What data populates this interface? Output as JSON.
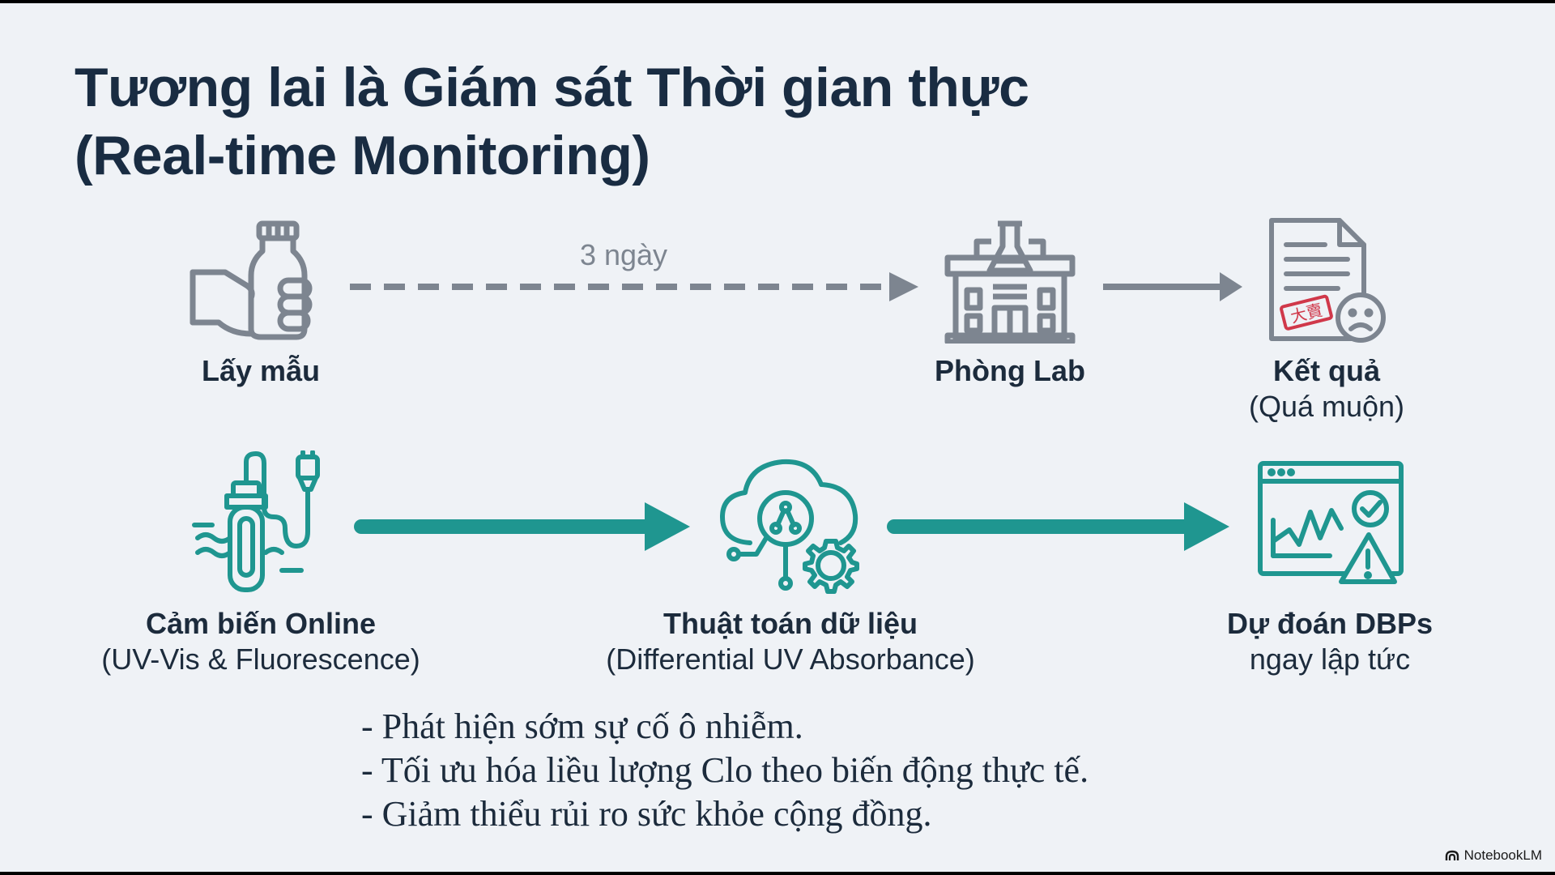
{
  "title": {
    "line1": "Tương lai là Giám sát Thời gian thực",
    "line2": "(Real-time Monitoring)"
  },
  "traditional_flow": {
    "nodes": [
      {
        "main": "Lấy mẫu",
        "sub": "",
        "icon": "hand-holding-bottle-icon"
      },
      {
        "main": "Phòng Lab",
        "sub": "",
        "icon": "laboratory-building-icon"
      },
      {
        "main": "Kết quả",
        "sub": "(Quá muộn)",
        "icon": "report-sad-face-icon"
      }
    ],
    "delay_label": "3 ngày",
    "color": "#7d8590"
  },
  "realtime_flow": {
    "nodes": [
      {
        "main": "Cảm biến Online",
        "sub": "(UV-Vis & Fluorescence)",
        "icon": "online-sensor-probe-icon"
      },
      {
        "main": "Thuật toán dữ liệu",
        "sub": "(Differential UV Absorbance)",
        "icon": "cloud-algorithm-gear-icon"
      },
      {
        "main": "Dự đoán DBPs",
        "sub": "ngay lập tức",
        "icon": "monitor-chart-alert-icon"
      }
    ],
    "color": "#1f9690"
  },
  "stamp_text": "大賣",
  "bullets": [
    "- Phát hiện sớm sự cố ô nhiễm.",
    "- Tối ưu hóa liều lượng Clo theo biến động thực tế.",
    "- Giảm thiểu rủi ro sức khỏe cộng đồng."
  ],
  "brand": "NotebookLM"
}
